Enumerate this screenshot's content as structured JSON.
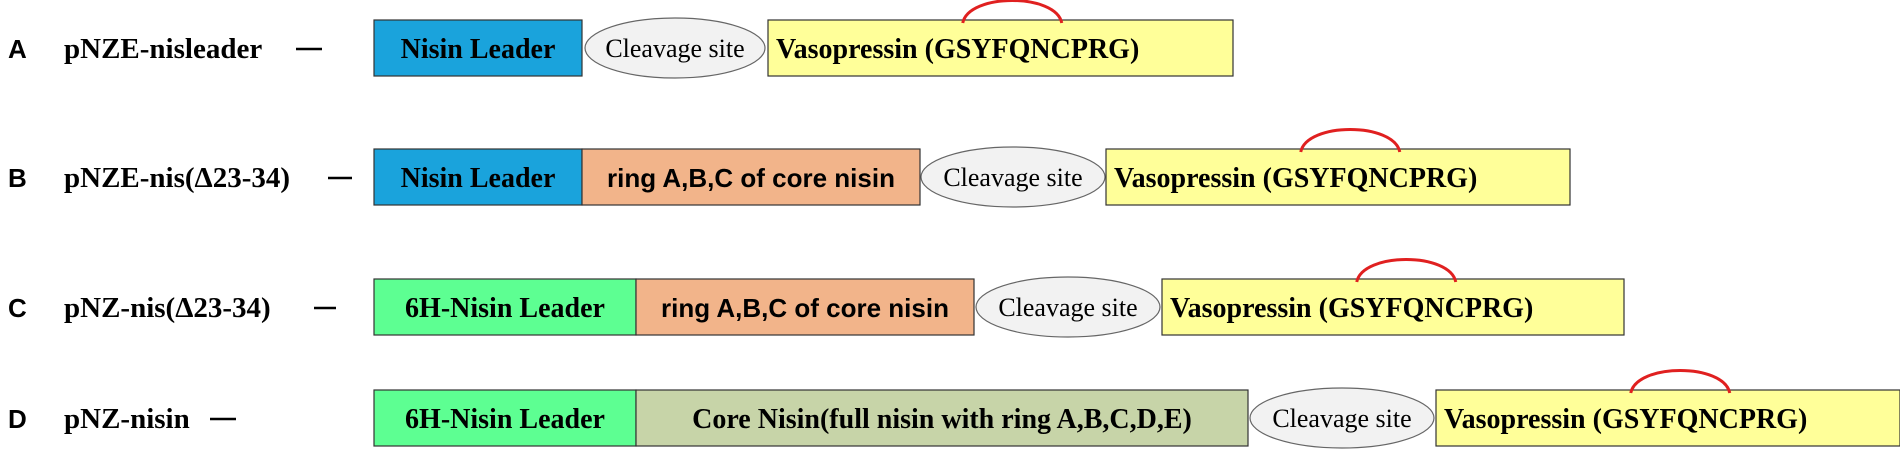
{
  "colors": {
    "nisin_leader": "#1aa3dc",
    "his_leader": "#5dff92",
    "ring_core": "#f2b48a",
    "core_full": "#c7d4a8",
    "vasopressin": "#ffff99",
    "disulfide_arc": "#e02020"
  },
  "rows": [
    {
      "letter": "A",
      "name": "pNZE-nisleader",
      "leader": "Nisin Leader",
      "leader_type": "nisin",
      "core": "",
      "cleavage": "Cleavage site",
      "vaso_label": "Vasopressin",
      "vaso_seq_prefix": "(G",
      "vaso_seq_loop": "SYFQNC",
      "vaso_seq_suffix": "PRG)"
    },
    {
      "letter": "B",
      "name": "pNZE-nis(Δ23-34)",
      "leader": "Nisin Leader",
      "leader_type": "nisin",
      "core": "ring A,B,C of core nisin",
      "core_type": "ring",
      "cleavage": "Cleavage site",
      "vaso_label": "Vasopressin",
      "vaso_seq_prefix": "(G",
      "vaso_seq_loop": "SYFQNC",
      "vaso_seq_suffix": "PRG)"
    },
    {
      "letter": "C",
      "name": "pNZ-nis(Δ23-34)",
      "leader": "6H-Nisin Leader",
      "leader_type": "his",
      "core": "ring A,B,C of core nisin",
      "core_type": "ring",
      "cleavage": "Cleavage site",
      "vaso_label": "Vasopressin",
      "vaso_seq_prefix": "(G",
      "vaso_seq_loop": "SYFQNC",
      "vaso_seq_suffix": "PRG)"
    },
    {
      "letter": "D",
      "name": "pNZ-nisin",
      "leader": "6H-Nisin Leader",
      "leader_type": "his",
      "core": "Core Nisin(full nisin with ring A,B,C,D,E)",
      "core_type": "full",
      "cleavage": "Cleavage site",
      "vaso_label": "Vasopressin",
      "vaso_seq_prefix": "(G",
      "vaso_seq_loop": "SYFQNC",
      "vaso_seq_suffix": "PRG)"
    }
  ]
}
